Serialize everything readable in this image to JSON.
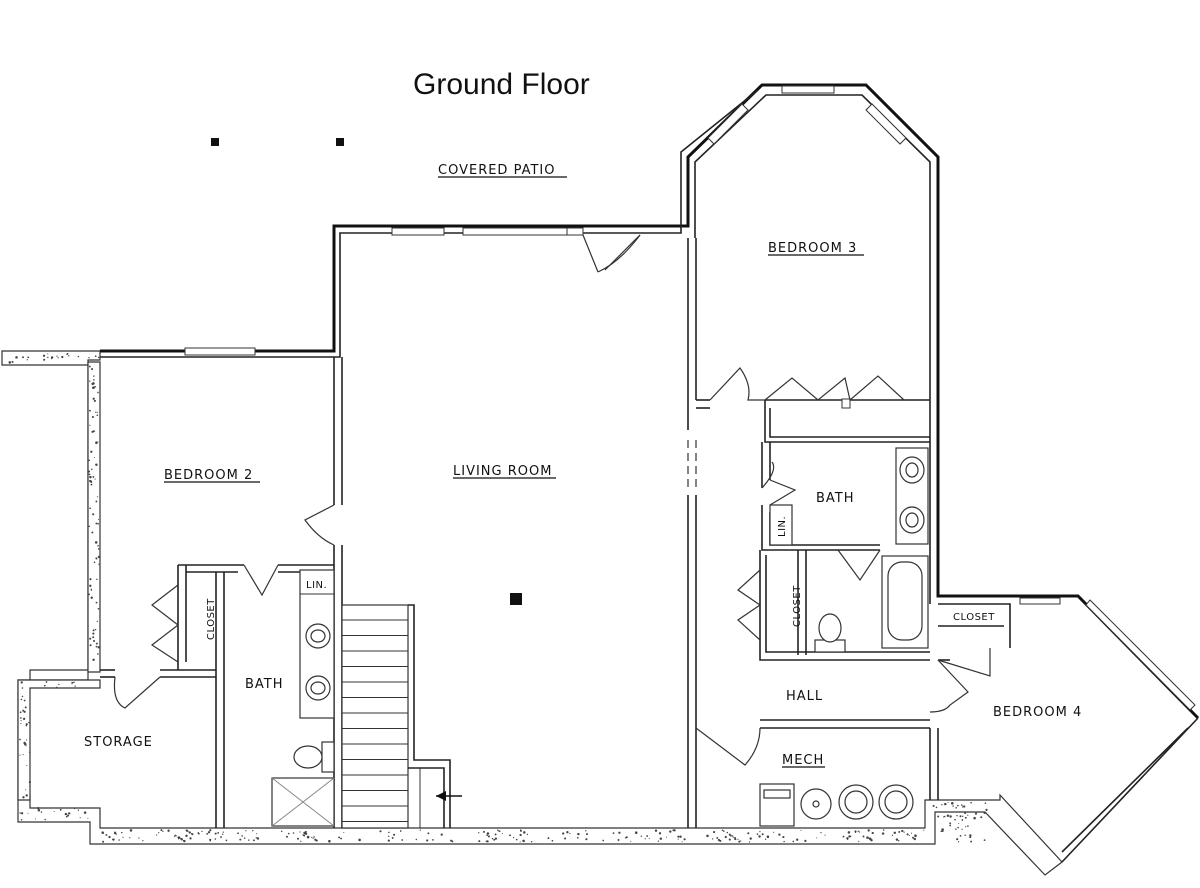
{
  "plan": {
    "title": "Ground Floor",
    "rooms": {
      "covered_patio": "COVERED PATIO",
      "bedroom_3": "BEDROOM 3",
      "bedroom_2": "BEDROOM 2",
      "living_room": "LIVING ROOM",
      "bath_right": "BATH",
      "bath_left": "BATH",
      "storage": "STORAGE",
      "hall": "HALL",
      "mech": "MECH",
      "bedroom_4": "BEDROOM 4",
      "closet_left": "CLOSET",
      "closet_right": "CLOSET",
      "closet_bed4": "CLOSET",
      "lin_left": "LIN.",
      "lin_right": "LIN."
    }
  }
}
